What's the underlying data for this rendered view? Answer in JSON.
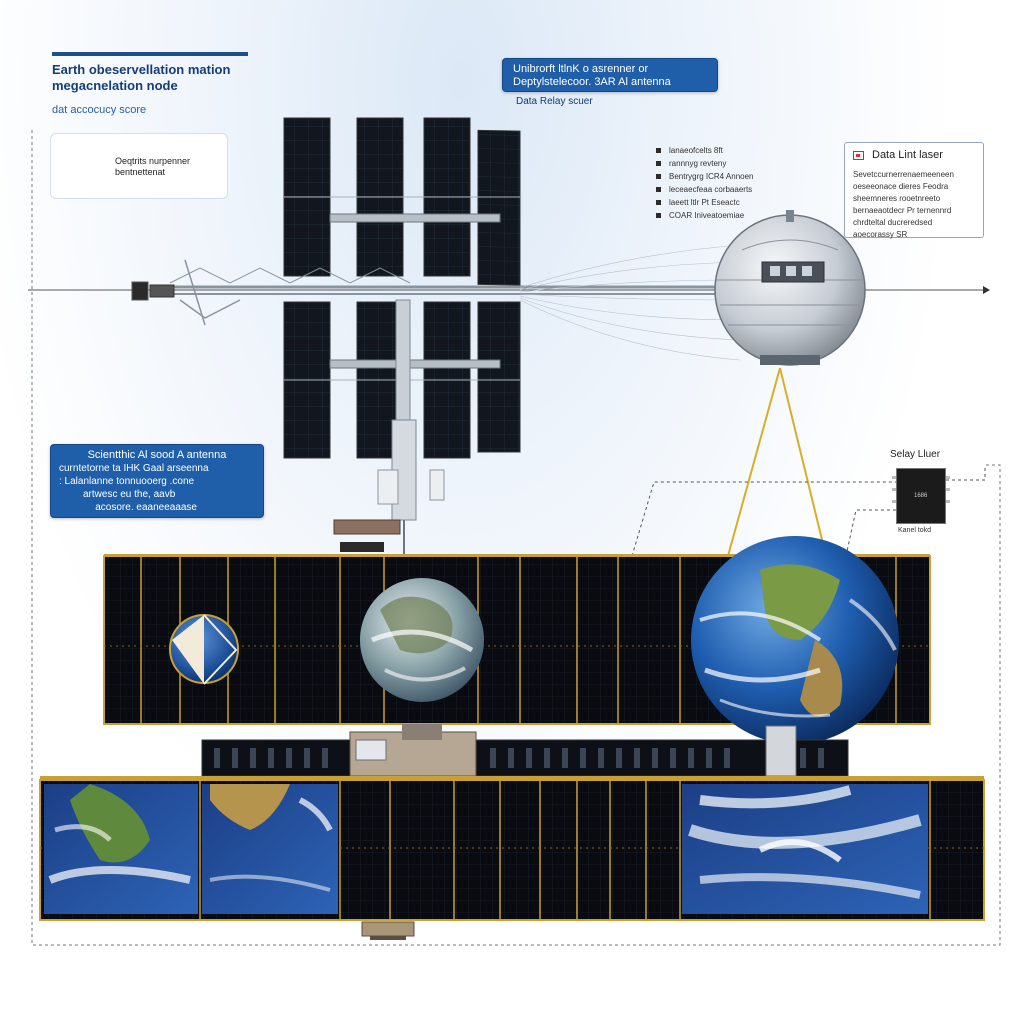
{
  "header": {
    "title_line1": "Earth obeservellation mation",
    "title_line2": "megacnelation node",
    "subtitle": "dat accocucy score"
  },
  "top_callout": {
    "line1": "Unibrorft ltlnK o asrenner or",
    "line2": "Deptylstelecoor. 3AR Al antenna",
    "sublabel": "Data Relay scuer"
  },
  "earth_card": {
    "line1": "Oeqtrits nurpenner",
    "line2": "bentnettenat"
  },
  "spec_list": {
    "items": [
      "lanaeofcelts 8ft",
      "rannnyg revteny",
      "Bentrygrg ICR4 Annoen",
      "leceaecfeaa corbaaerts",
      "laeett ltlr Pt Eseactc",
      "COAR Iniveatoemiae"
    ]
  },
  "link_box": {
    "title": "Data Lint laser",
    "lines": [
      "Sevetccurnerrenaemeeneen",
      "oeseeonace dieres Feodra",
      "sheemneres rooetnreeto",
      "bernaeaotdecr Pr ternennrd",
      "chrdteltal ducreredsed",
      "aoecorassy SR"
    ]
  },
  "left_callout": {
    "line1": "Scientthic Al sood A antenna",
    "line2": "curntetorne ta IHK Gaal arseenna",
    "line3": ": Lalanlanne tonnuooerg .cone",
    "line4": "artwesc eu the, aavb",
    "line5": "acosore. eaaneeaaase"
  },
  "relay": {
    "label": "Selay Lluer",
    "chip_code": "1686",
    "foot": "Kanel tokd"
  },
  "colors": {
    "callout_blue": "#1f5ea8",
    "panel_black": "#0b0e14",
    "frame_gold": "#c9a032",
    "laser_gold": "#d8ae28",
    "truss_gray": "#8a949e"
  }
}
